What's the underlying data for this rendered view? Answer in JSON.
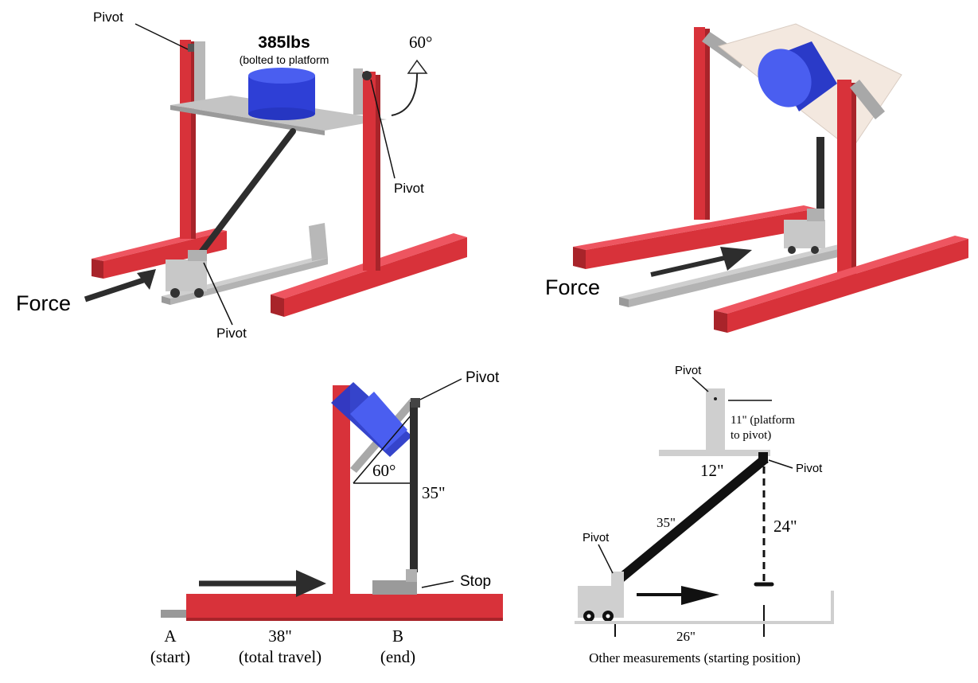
{
  "colors": {
    "frame_red": "#d8323a",
    "frame_red_dark": "#a8242a",
    "frame_red_light": "#ee5560",
    "gray": "#b8b8b8",
    "gray_dark": "#8e8e8e",
    "blue": "#2e3fd6",
    "blue_light": "#4a5ef0",
    "rod": "#2d2d2d",
    "platform_tilted": "#f3e8df"
  },
  "panel_top_left": {
    "weight_label": "385lbs",
    "weight_note": "(bolted to platform",
    "angle_label": "60°",
    "pivot_top_left": "Pivot",
    "pivot_right": "Pivot",
    "pivot_bottom": "Pivot",
    "force_label": "Force"
  },
  "panel_top_right": {
    "force_label": "Force"
  },
  "panel_bottom_left": {
    "pivot_label": "Pivot",
    "angle_label": "60°",
    "rod_length": "35\"",
    "stop_label": "Stop",
    "point_a": "A",
    "point_a_note": "(start)",
    "travel": "38\"",
    "travel_note": "(total travel)",
    "point_b": "B",
    "point_b_note": "(end)"
  },
  "panel_bottom_right": {
    "pivot_top": "Pivot",
    "pivot_height_line1": "11\" (platform",
    "pivot_height_line2": "to pivot)",
    "platform_offset": "12\"",
    "pivot_right": "Pivot",
    "rod_length": "35\"",
    "vertical_drop": "24\"",
    "pivot_cart": "Pivot",
    "horizontal_distance": "26\"",
    "caption": "Other measurements (starting position)"
  }
}
